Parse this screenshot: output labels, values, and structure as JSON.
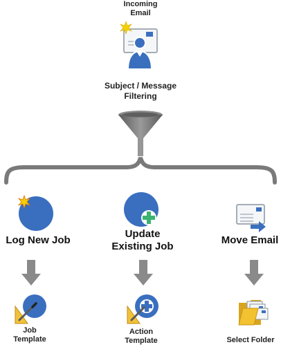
{
  "top": {
    "incoming_label_line1": "Incoming",
    "incoming_label_line2": "Email",
    "filter_label_line1": "Subject / Message",
    "filter_label_line2": "Filtering"
  },
  "branches": [
    {
      "title_line1": "Log New Job",
      "title_line2": "",
      "result_line1": "Job",
      "result_line2": "Template"
    },
    {
      "title_line1": "Update",
      "title_line2": "Existing Job",
      "result_line1": "Action",
      "result_line2": "Template"
    },
    {
      "title_line1": "Move Email",
      "title_line2": "",
      "result_line1": "Select Folder",
      "result_line2": ""
    }
  ],
  "colors": {
    "blue_circle": "#3a6fbf",
    "arrow_gray": "#8a8a8a",
    "funnel_gray": "#777777",
    "green_plus": "#3cb371",
    "folder_yellow": "#f2c230"
  },
  "icons": {
    "incoming": "email-person-icon",
    "filter": "funnel-icon",
    "log_new_job": "new-job-icon",
    "update_job": "update-job-icon",
    "move_email": "move-email-icon",
    "job_template": "job-template-icon",
    "action_template": "action-template-icon",
    "select_folder": "folder-icon"
  }
}
